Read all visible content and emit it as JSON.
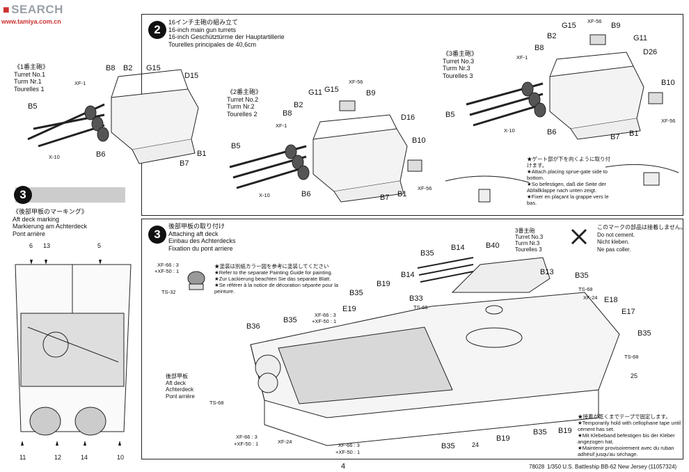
{
  "watermark": {
    "site": "SEARCH",
    "url": "www.tamiya.com.cn"
  },
  "step2": {
    "num": "2",
    "title": [
      "16インチ主砲の組み立て",
      "16-inch main gun turrets",
      "16-inch Geschütztürme der Hauptartillerie",
      "Tourelles principales de 40,6cm"
    ],
    "turret1": [
      "《1番主砲》",
      "Turret No.1",
      "Turm Nr.1",
      "Tourelles 1"
    ],
    "turret2": [
      "《2番主砲》",
      "Turret No.2",
      "Turm Nr.2",
      "Tourelles 2"
    ],
    "turret3": [
      "《3番主砲》",
      "Turret No.3",
      "Turm Nr.3",
      "Tourelles 3"
    ],
    "sprue_note": [
      "★ゲート部が下を向くように取り付けます。",
      "★Attach placing sprue-gate side to bottom.",
      "★So befestigen, daß die Seite der Abfallklappe nach unten zeigt.",
      "★Fixer en plaçant la grappe vers le bas."
    ],
    "labels": {
      "B8": "B8",
      "B2": "B2",
      "G15": "G15",
      "D15": "D15",
      "B5": "B5",
      "B6": "B6",
      "B7": "B7",
      "B1": "B1",
      "X10": "X-10",
      "XF1": "XF-1",
      "XF56": "XF-56",
      "G11": "G11",
      "B9": "B9",
      "D16": "D16",
      "B10": "B10",
      "D26": "D26"
    }
  },
  "step3a": {
    "num": "3",
    "title": [
      "《後部甲板のマーキング》",
      "Aft deck marking",
      "Markierung am Achterdeck",
      "Pont arrière"
    ],
    "marks": [
      "6",
      "13",
      "5",
      "11",
      "12",
      "14",
      "10"
    ]
  },
  "step3": {
    "num": "3",
    "title": [
      "後部甲板の取り付け",
      "Attaching aft deck",
      "Einbau des Achterdecks",
      "Fixation du pont arriere"
    ],
    "paint_note": [
      "XF-66 : 3",
      "+XF-50 : 1",
      "TS-32"
    ],
    "paint_text": [
      "★塗装は別紙カラー図を参考に塗装してください",
      "★Refer to the separate Painting Guide for painting.",
      "★Zur Lackierung beachten Sie das separate Blatt.",
      "★Se référer à la notice de décoration séparée pour la peinture."
    ],
    "no_cement": [
      "このマークの部品は接着しません。",
      "Do not cement.",
      "Nicht kleben.",
      "Ne pas coller."
    ],
    "turret3": [
      "3番主砲",
      "Turret No.3",
      "Turm Nr.3",
      "Tourelles 3"
    ],
    "aft_deck": [
      "後部甲板",
      "Aft deck",
      "Achterdeck",
      "Pont arrière"
    ],
    "tape_note": [
      "★接着が乾くまでテープで固定します。",
      "★Temporarily hold with cellophane tape until cement has set.",
      "★Mit Klebeband befestigen bis der Kleber angezogen hat.",
      "★Maintenir provisoirement avec du ruban adhésif jusqu'au séchage."
    ],
    "labels": {
      "B35": "B35",
      "B14": "B14",
      "B40": "B40",
      "B13": "B13",
      "B19": "B19",
      "B33": "B33",
      "E19": "E19",
      "E18": "E18",
      "E17": "E17",
      "B36": "B36",
      "TS68": "TS-68",
      "XF24": "XF-24",
      "XF66": "XF-66 : 3",
      "XF50": "+XF-50 : 1",
      "n24": "24",
      "n25": "25"
    }
  },
  "footer": {
    "page": "4",
    "code": "78028",
    "desc": "1/350 U.S. Battleship BB-62 New Jersey (11057324)"
  }
}
